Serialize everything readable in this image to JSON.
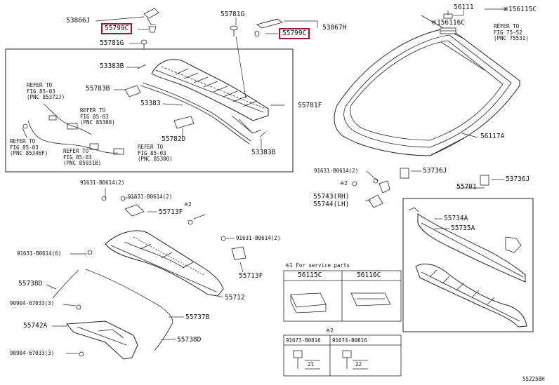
{
  "colors": {
    "line": "#222222",
    "highlight": "#a0103a",
    "background": "#ffffff"
  },
  "labels": {
    "p53866J": "53866J",
    "p55799C_left": "55799C",
    "p55781G_left": "55781G",
    "p55781G_top": "55781G",
    "p55799C_right": "55799C",
    "p53867H": "53867H",
    "p53383B_top": "53383B",
    "p55783B": "55783B",
    "p53383": "53383",
    "p55781F": "55781F",
    "p55782D": "55782D",
    "p53383B_bot": "53383B",
    "ref1_a": "REFER TO",
    "ref1_b": "FIG 85-03",
    "ref1_c": "(PNC 85372J)",
    "ref2_a": "REFER TO",
    "ref2_b": "FIG 85-03",
    "ref2_c": "(PNC 85380)",
    "ref3_a": "REFER TO",
    "ref3_b": "FIG 85-03",
    "ref3_c": "(PNC 85346F)",
    "ref4_a": "REFER TO",
    "ref4_b": "FIG 85-03",
    "ref4_c": "(PNC 85031B)",
    "ref5_a": "REFER TO",
    "ref5_b": "FIG 85-03",
    "ref5_c": "(PNC 85380)",
    "p56111": "56111",
    "p56115C_top": "56115C",
    "mark_1_top": "※1",
    "mark_1b_top": "※1",
    "p56116C_top": "56116C",
    "ref6_a": "REFER TO",
    "ref6_b": "FIG 75-52",
    "ref6_c": "(PNC 75531)",
    "p56117A": "56117A",
    "b91631_right": "91631-B0614(2)",
    "p53736J_left": "53736J",
    "mark_2_mid": "※2",
    "p55743": "55743(RH)",
    "p55744": "55744(LH)",
    "p55701": "55701",
    "p53736J_right": "53736J",
    "p55734A": "55734A",
    "p55735A": "55735A",
    "b91631_a": "91631-B0614(2)",
    "b91631_b": "91631-B0614(2)",
    "p55713F_top": "55713F",
    "mark_2_left": "※2",
    "b91631_c": "91631-B0614(2)",
    "b91631_d": "91631-B0614(6)",
    "p55713F_bot": "55713F",
    "p55738D_left": "55738D",
    "p55712": "55712",
    "b90904_a": "90904-67033(3)",
    "p55737B": "55737B",
    "p55742A": "55742A",
    "p55738D_bot": "55738D",
    "b90904_b": "90904-67033(3)",
    "service_title": "※1 For service parts",
    "svc_56115C": "56115C",
    "svc_56116C": "56116C",
    "mark_2_bot": "※2",
    "bolt_1": "91673-B0816",
    "bolt_2": "91674-B0816",
    "dim_21": "21",
    "dim_22": "22",
    "figure_id": "552258H"
  }
}
